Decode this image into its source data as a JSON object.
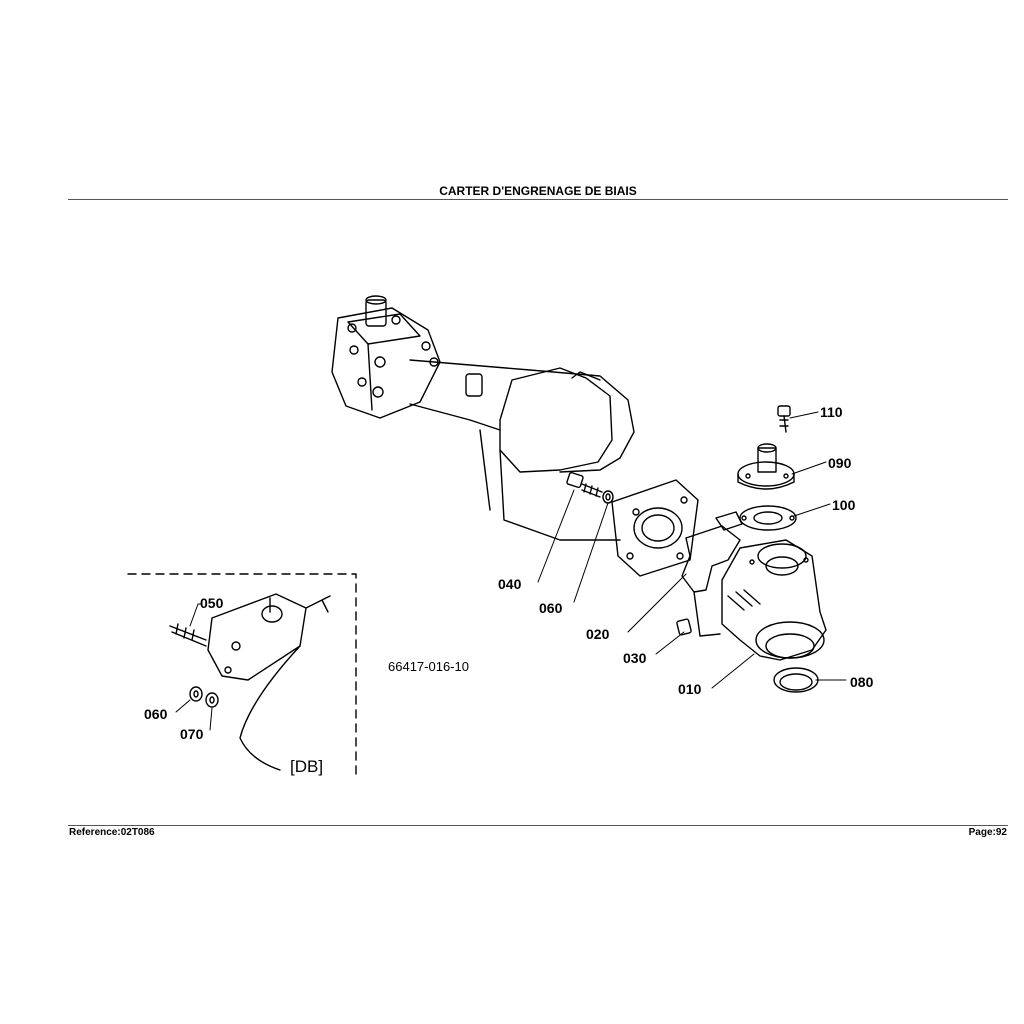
{
  "header": {
    "title": "CARTER D'ENGRENAGE DE BIAIS"
  },
  "footer": {
    "reference": "Reference:02T086",
    "page": "Page:92"
  },
  "diagram": {
    "drawing_code": "66417-016-10",
    "inset_label": "[DB]",
    "callouts": {
      "p110": "110",
      "p090": "090",
      "p100": "100",
      "p040": "040",
      "p060": "060",
      "p020": "020",
      "p030": "030",
      "p010": "010",
      "p080": "080",
      "inset_050": "050",
      "inset_060": "060",
      "inset_070": "070"
    }
  }
}
